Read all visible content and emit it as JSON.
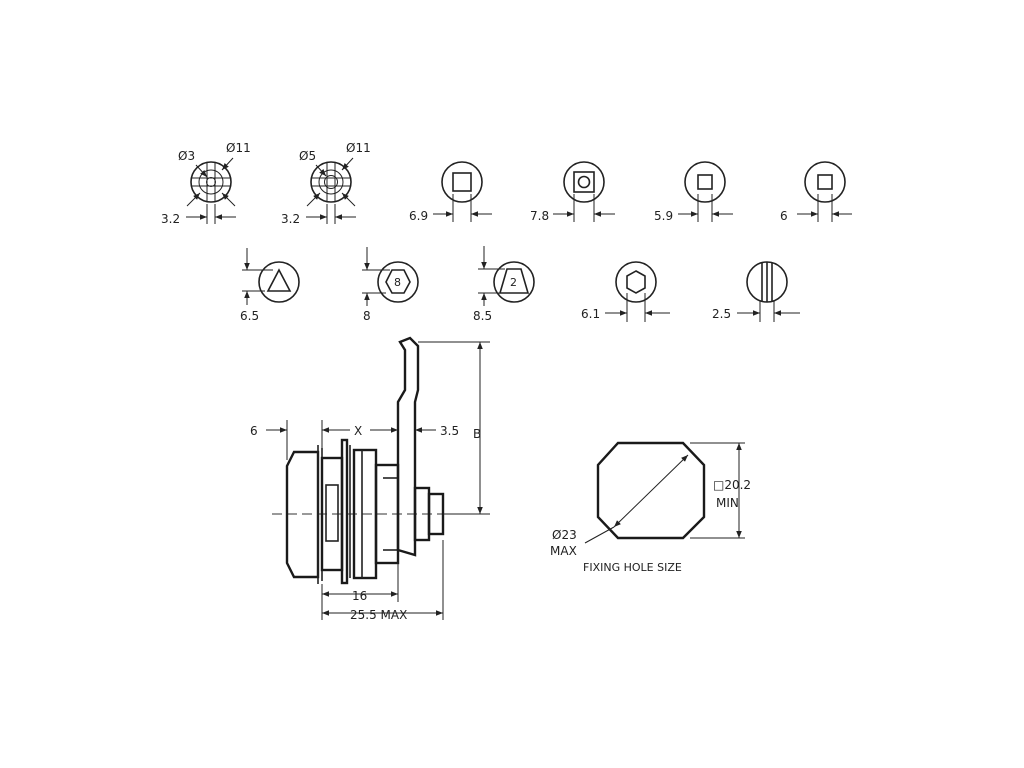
{
  "keys_top": {
    "k1": {
      "d_inner": "Ø3",
      "d_outer": "Ø11",
      "width": "3.2"
    },
    "k2": {
      "d_inner": "Ø5",
      "d_outer": "Ø11",
      "width": "3.2"
    },
    "k3": {
      "width": "6.9"
    },
    "k4": {
      "width": "7.8"
    },
    "k5": {
      "width": "5.9"
    },
    "k6": {
      "width": "6"
    }
  },
  "keys_bottom": {
    "k7": {
      "height": "6.5"
    },
    "k8": {
      "height": "8",
      "glyph": "8"
    },
    "k9": {
      "height": "8.5",
      "glyph": "2"
    },
    "k10": {
      "width": "6.1"
    },
    "k11": {
      "width": "2.5"
    }
  },
  "side_view": {
    "d_6": "6",
    "d_x": "X",
    "d_3_5": "3.5",
    "d_b": "B",
    "d_16": "16",
    "d_max": "25.5 MAX"
  },
  "fixing_hole": {
    "size_line1": "□20.2",
    "size_line2": "MIN",
    "diag_line1": "Ø23",
    "diag_line2": "MAX",
    "caption": "FIXING HOLE SIZE"
  }
}
